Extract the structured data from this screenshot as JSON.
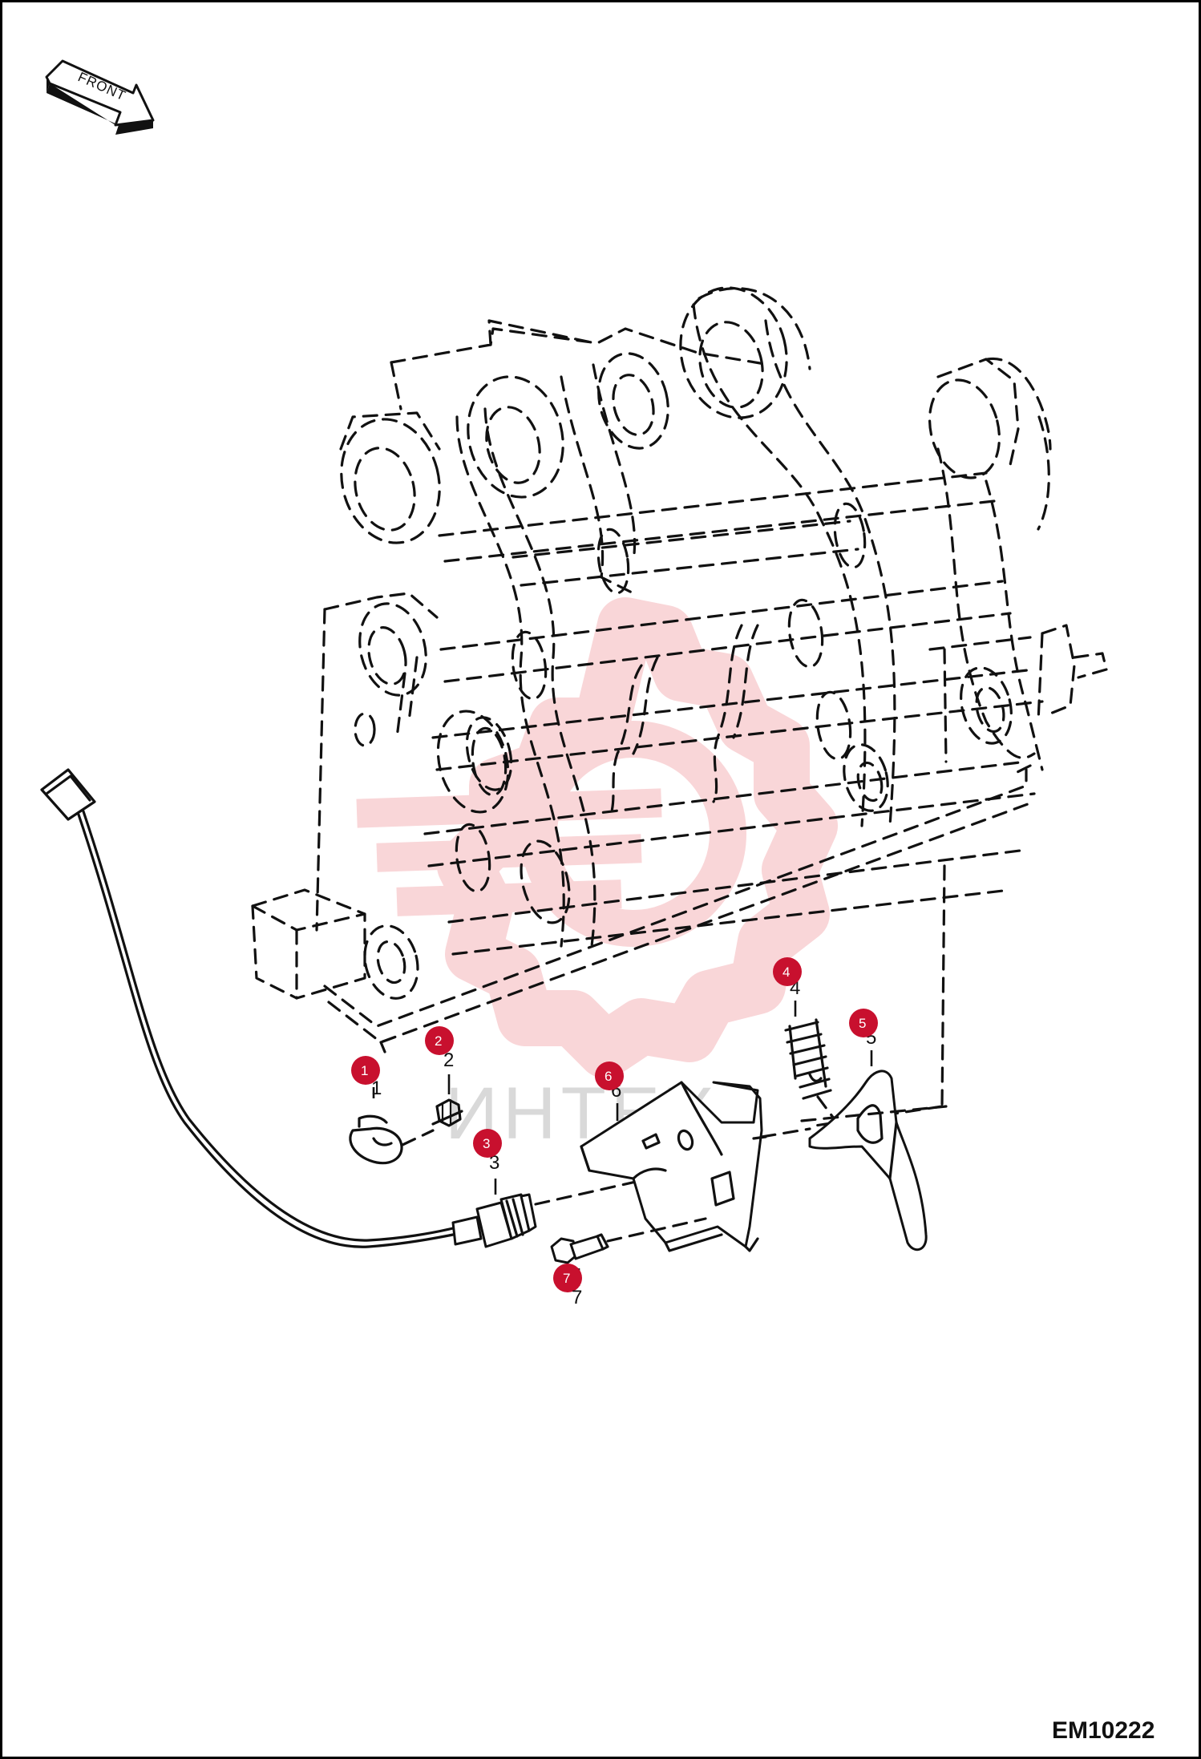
{
  "drawing": {
    "front_label": "FRONT",
    "drawing_code": "EM10222",
    "watermark_text": "ИНТЕХ",
    "colors": {
      "callout": "#c8102e",
      "watermark": "#f2a3a8",
      "line": "#111111",
      "frame": "#000000"
    }
  },
  "callouts": [
    {
      "label": "1",
      "part": "1"
    },
    {
      "label": "2",
      "part": "2"
    },
    {
      "label": "3",
      "part": "3"
    },
    {
      "label": "4",
      "part": "4"
    },
    {
      "label": "5",
      "part": "5"
    },
    {
      "label": "6",
      "part": "6"
    },
    {
      "label": "7",
      "part": "7"
    }
  ]
}
